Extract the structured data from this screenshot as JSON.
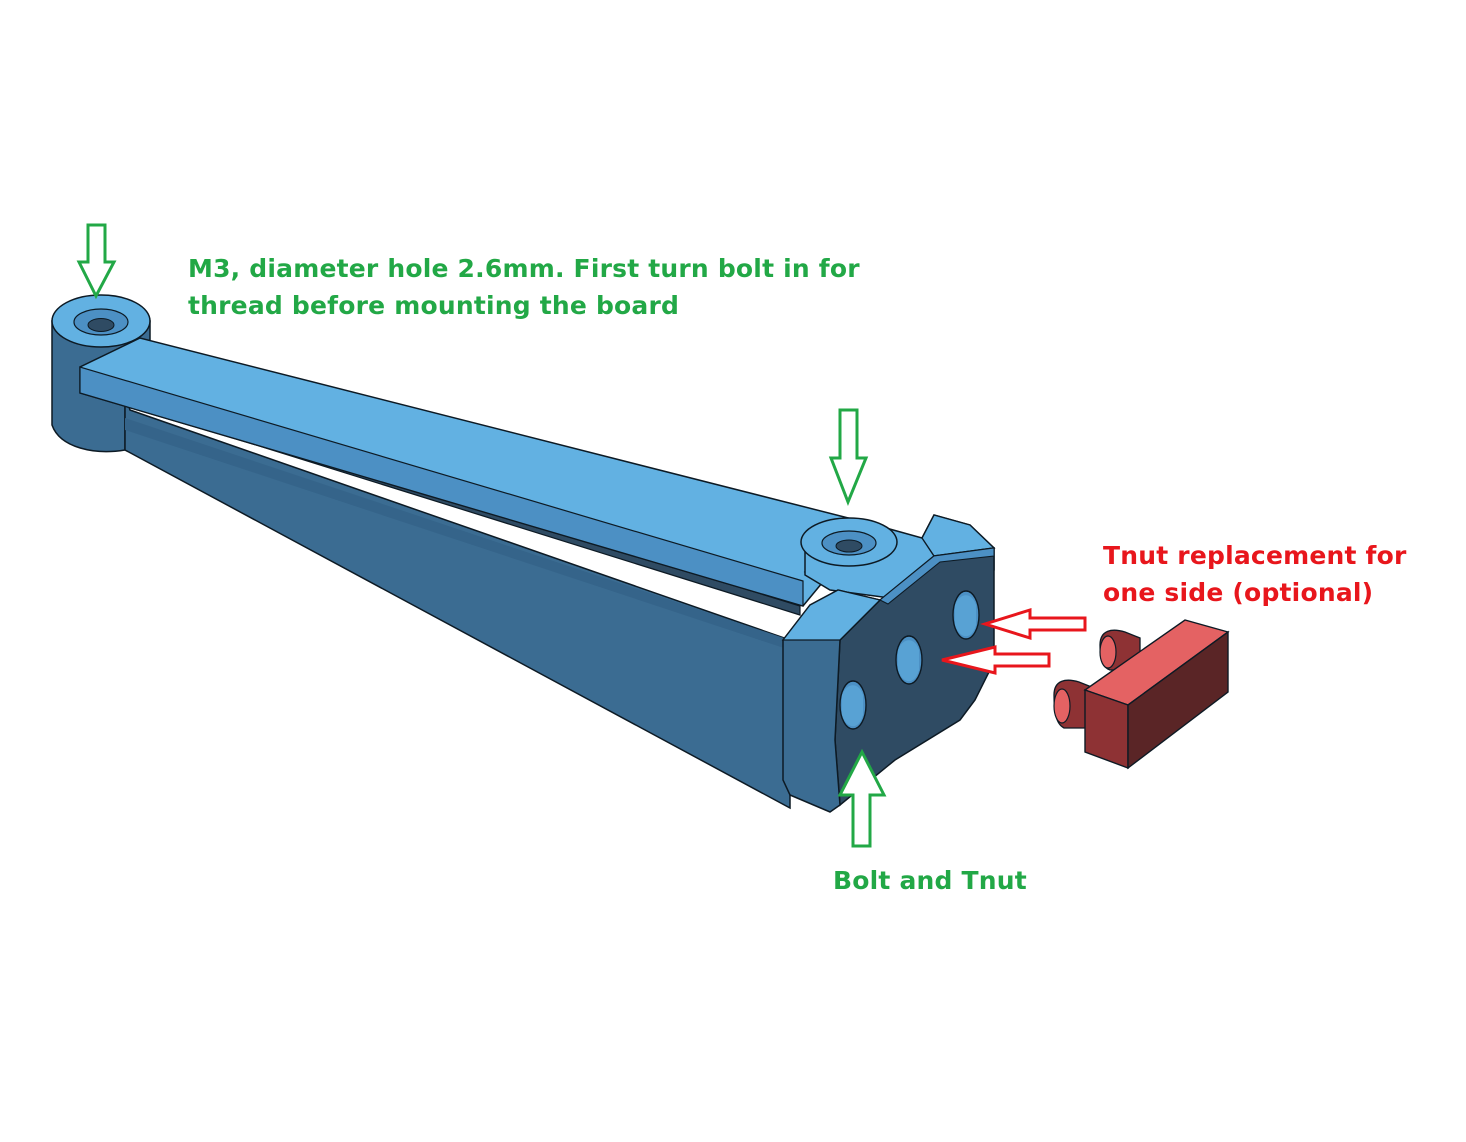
{
  "annotations": {
    "m3_line1": "M3, diameter hole 2.6mm. First turn bolt in for",
    "m3_line2": "thread before mounting the board",
    "tnut_line1": "Tnut replacement for",
    "tnut_line2": "one side (optional)",
    "bolt_tnut": "Bolt and Tnut"
  },
  "colors": {
    "green_label": "#22a846",
    "red_label": "#e8161c",
    "part_blue_top": "#62b1e2",
    "part_blue_side": "#3b6c92",
    "part_blue_dark": "#2f4b63",
    "tnut_red_face": "#e46263",
    "tnut_red_side": "#8e3234",
    "tnut_red_dark": "#5a2526",
    "outline": "#0d1a24"
  },
  "icons": {
    "green_arrow": "arrow-down-outline-icon",
    "red_arrow": "arrow-left-outline-icon"
  }
}
